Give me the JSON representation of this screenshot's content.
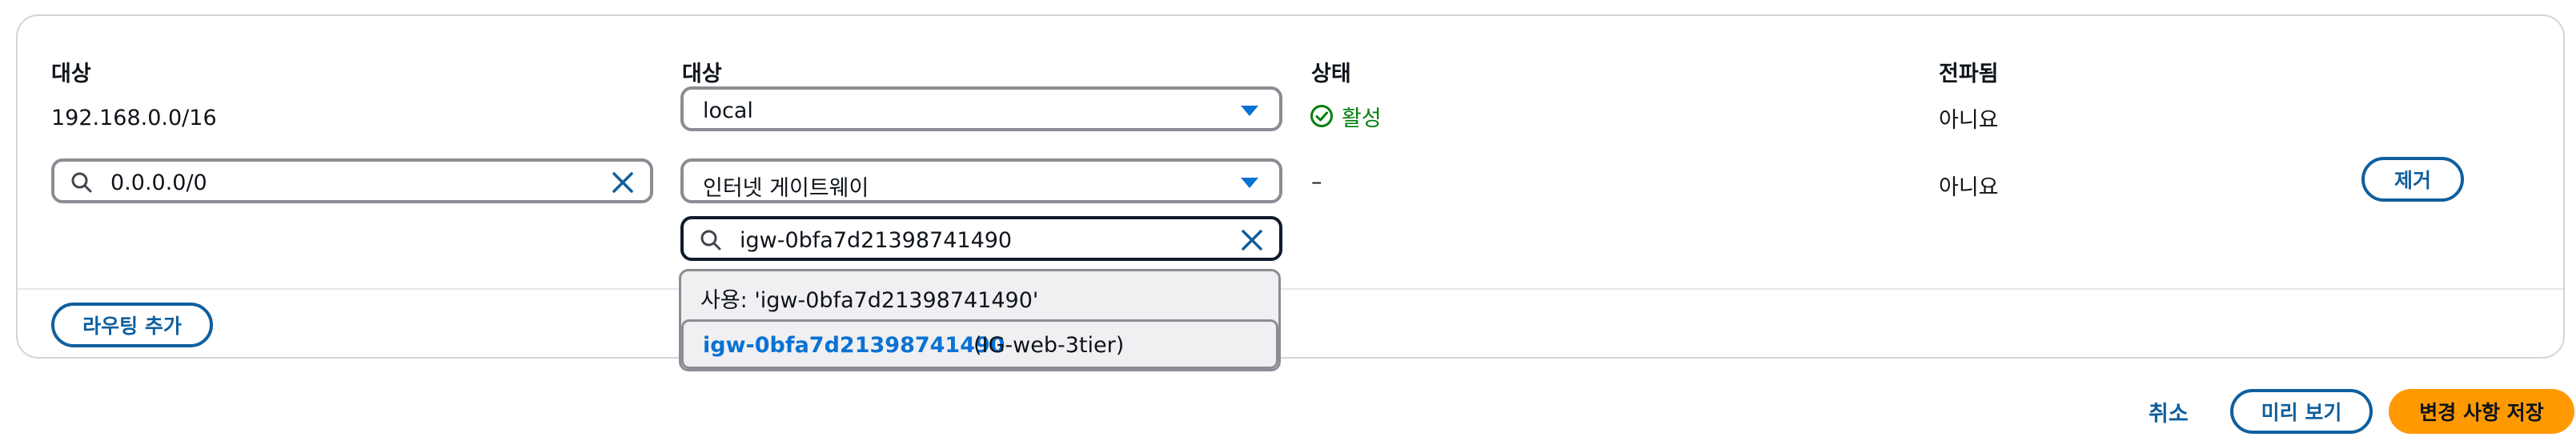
{
  "headers": {
    "destination": "대상",
    "target": "대상",
    "status": "상태",
    "propagated": "전파됨"
  },
  "row1": {
    "destination": "192.168.0.0/16",
    "target": "local",
    "status": "활성",
    "propagated": "아니요"
  },
  "row2": {
    "destination_value": "0.0.0.0/0",
    "target_type": "인터넷 게이트웨이",
    "search_value": "igw-0bfa7d21398741490",
    "status": "–",
    "propagated": "아니요",
    "remove_label": "제거"
  },
  "dropdown": {
    "use_option": "사용: 'igw-0bfa7d21398741490'",
    "option_id": "igw-0bfa7d21398741490",
    "option_name": "(IG-web-3tier)"
  },
  "add_route_label": "라우팅 추가",
  "footer": {
    "cancel": "취소",
    "preview": "미리 보기",
    "save": "변경 사항 저장"
  },
  "colors": {
    "link": "#0972d3",
    "primary": "#ff9900",
    "success": "#037f0c",
    "border": "#8c8c94"
  }
}
